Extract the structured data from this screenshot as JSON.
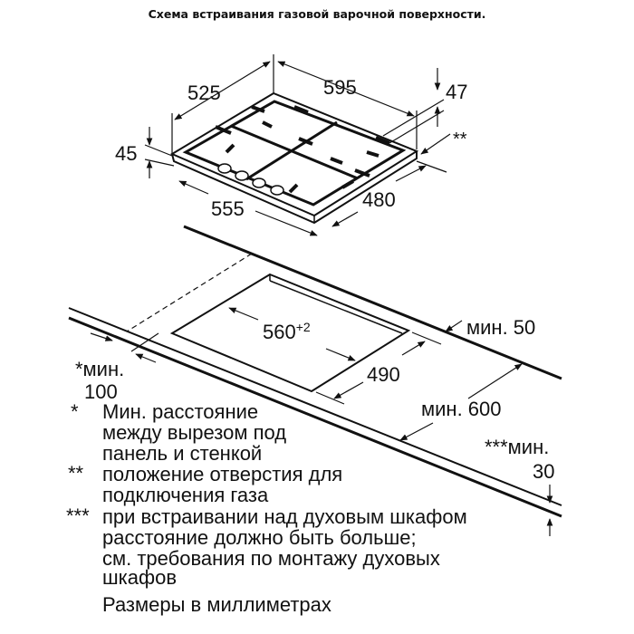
{
  "title": "Схема встраивания газовой варочной поверхности.",
  "hob_dimensions": {
    "depth": "525",
    "width": "595",
    "height": "47",
    "thickness": "45",
    "gas_connection_mark": "**",
    "front_width": "555",
    "side_depth": "480"
  },
  "cutout_dimensions": {
    "width": "560",
    "width_tolerance": "+2",
    "depth": "490",
    "min_back": "мин. 50",
    "min_side_label": "*мин.",
    "min_side_value": "100",
    "min_worktop": "мин. 600",
    "min_below_label": "***мин.",
    "min_below_value": "30"
  },
  "notes": [
    {
      "mark": "*",
      "lines": [
        "Мин. расстояние",
        "между вырезом под",
        "панель и стенкой"
      ]
    },
    {
      "mark": "**",
      "lines": [
        "положение отверстия для",
        "подключения газа"
      ]
    },
    {
      "mark": "***",
      "lines": [
        "при встраивании над духовым шкафом",
        "расстояние должно быть больше;",
        "см. требования по монтажу духовых",
        "шкафов"
      ]
    }
  ],
  "units_note": "Размеры в миллиметрах"
}
